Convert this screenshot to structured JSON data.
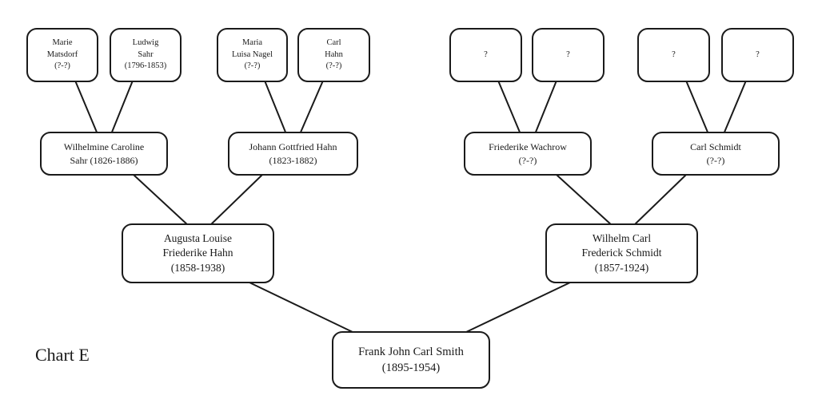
{
  "chart_label": "Chart E",
  "colors": {
    "background": "#ffffff",
    "box_border": "#1a1a1a",
    "box_fill": "#ffffff",
    "line": "#1a1a1a",
    "text": "#1a1a1a"
  },
  "tree": {
    "generation1": [
      {
        "label": "Marie\nMatsdorf\n(?-?)"
      },
      {
        "label": "Ludwig\nSahr\n(1796-1853)"
      },
      {
        "label": "Maria\nLuisa Nagel\n(?-?)"
      },
      {
        "label": "Carl\nHahn\n(?-?)"
      },
      {
        "label": "?"
      },
      {
        "label": "?"
      },
      {
        "label": "?"
      },
      {
        "label": "?"
      }
    ],
    "generation2": [
      {
        "label": "Wilhelmine Caroline\nSahr (1826-1886)"
      },
      {
        "label": "Johann Gottfried Hahn\n(1823-1882)"
      },
      {
        "label": "Friederike Wachrow\n(?-?)"
      },
      {
        "label": "Carl Schmidt\n(?-?)"
      }
    ],
    "generation3": [
      {
        "label": "Augusta Louise\nFriederike Hahn\n(1858-1938)"
      },
      {
        "label": "Wilhelm Carl\nFrederick Schmidt\n(1857-1924)"
      }
    ],
    "generation4": [
      {
        "label": "Frank John Carl Smith\n(1895-1954)"
      }
    ]
  }
}
